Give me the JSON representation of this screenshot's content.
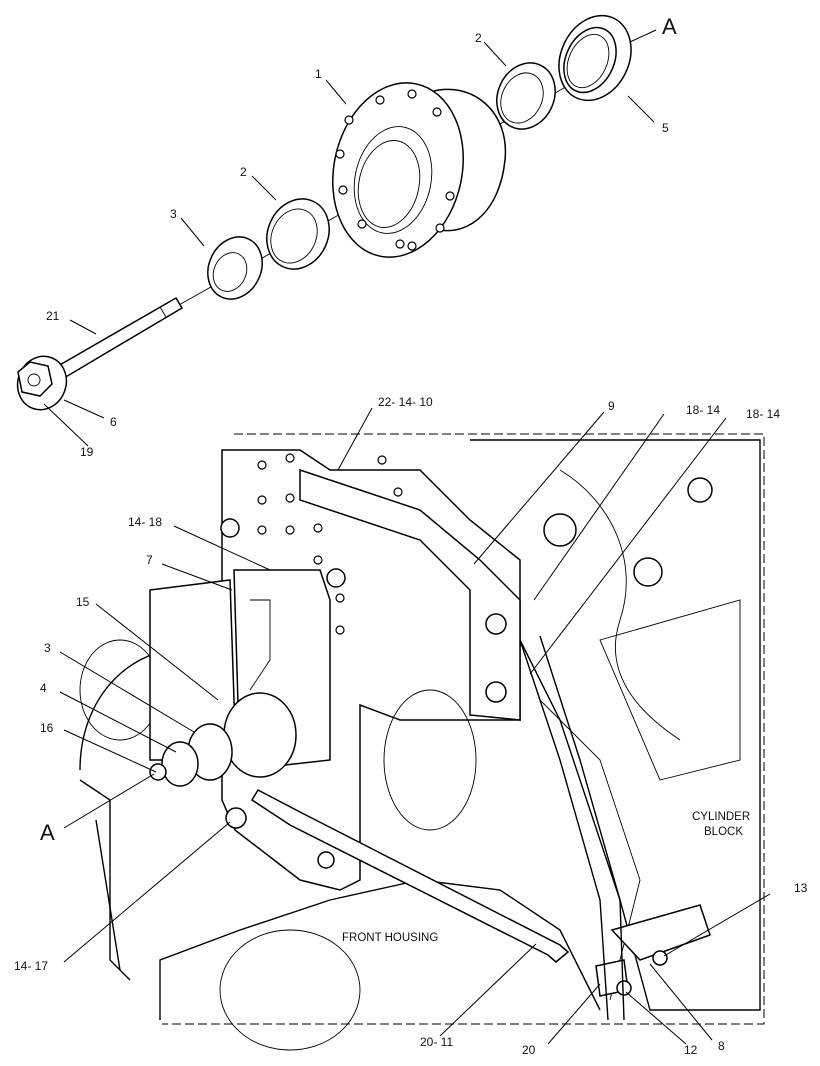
{
  "callouts": [
    {
      "id": "c1",
      "text": "1"
    },
    {
      "id": "c2a",
      "text": "2"
    },
    {
      "id": "c2b",
      "text": "2"
    },
    {
      "id": "c3a",
      "text": "3"
    },
    {
      "id": "c3b",
      "text": "3"
    },
    {
      "id": "c4",
      "text": "4"
    },
    {
      "id": "c5",
      "text": "5"
    },
    {
      "id": "c6",
      "text": "6"
    },
    {
      "id": "c7",
      "text": "7"
    },
    {
      "id": "c8",
      "text": "8"
    },
    {
      "id": "c9",
      "text": "9"
    },
    {
      "id": "c12",
      "text": "12"
    },
    {
      "id": "c13",
      "text": "13"
    },
    {
      "id": "c15",
      "text": "15"
    },
    {
      "id": "c16",
      "text": "16"
    },
    {
      "id": "c19",
      "text": "19"
    },
    {
      "id": "c20",
      "text": "20"
    },
    {
      "id": "c21",
      "text": "21"
    },
    {
      "id": "c14_17",
      "text": "14- 17"
    },
    {
      "id": "c14_18",
      "text": "14- 18"
    },
    {
      "id": "c18_14a",
      "text": "18- 14"
    },
    {
      "id": "c18_14b",
      "text": "18- 14"
    },
    {
      "id": "c20_11",
      "text": "20- 11"
    },
    {
      "id": "c22_14_10",
      "text": "22- 14- 10"
    }
  ],
  "view_markers": {
    "a_top": "A",
    "a_left": "A"
  },
  "area_labels": {
    "cylinder_block_line1": "CYLINDER",
    "cylinder_block_line2": "BLOCK",
    "front_housing": "FRONT HOUSING"
  }
}
